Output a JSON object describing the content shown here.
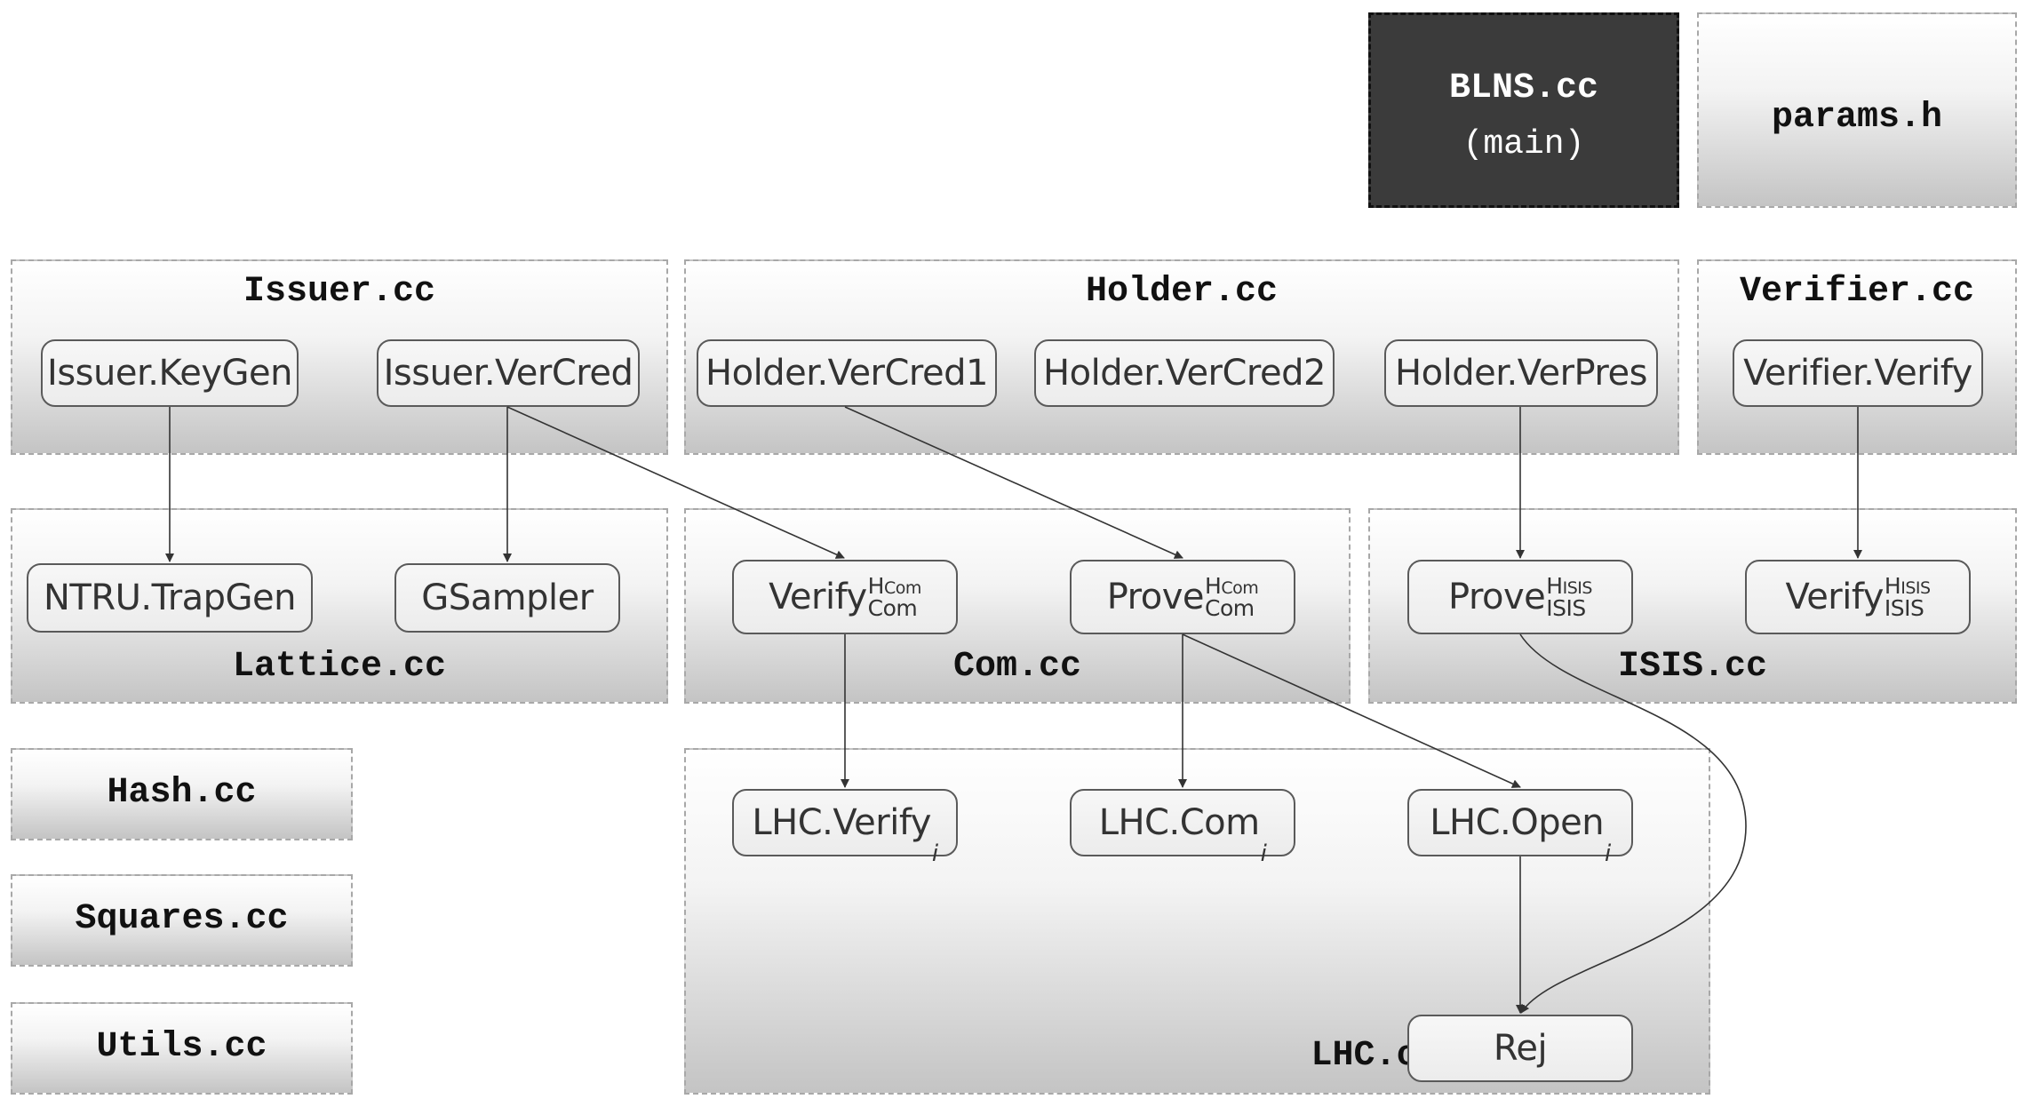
{
  "files": {
    "blns": {
      "name": "BLNS.cc",
      "sub": "(main)"
    },
    "params": {
      "name": "params.h"
    },
    "issuer": {
      "name": "Issuer.cc"
    },
    "holder": {
      "name": "Holder.cc"
    },
    "verifier": {
      "name": "Verifier.cc"
    },
    "lattice": {
      "name": "Lattice.cc"
    },
    "com": {
      "name": "Com.cc"
    },
    "isis": {
      "name": "ISIS.cc"
    },
    "hash": {
      "name": "Hash.cc"
    },
    "squares": {
      "name": "Squares.cc"
    },
    "utils": {
      "name": "Utils.cc"
    },
    "lhc": {
      "name": "LHC.cc"
    }
  },
  "functions": {
    "issuer_keygen": "Issuer.KeyGen",
    "issuer_vercred": "Issuer.VerCred",
    "holder_vercred1": "Holder.VerCred1",
    "holder_vercred2": "Holder.VerCred2",
    "holder_verpres": "Holder.VerPres",
    "verifier_verify": "Verifier.Verify",
    "ntru_trapgen": "NTRU.TrapGen",
    "gsampler": "GSampler",
    "verify_com": {
      "base": "Verify",
      "sup": "H",
      "sup_sub": "Com",
      "sub": "Com"
    },
    "prove_com": {
      "base": "Prove",
      "sup": "H",
      "sup_sub": "Com",
      "sub": "Com"
    },
    "prove_isis": {
      "base": "Prove",
      "sup": "H",
      "sup_sub": "ISIS",
      "sub": "ISIS"
    },
    "verify_isis": {
      "base": "Verify",
      "sup": "H",
      "sup_sub": "ISIS",
      "sub": "ISIS"
    },
    "lhc_verify": {
      "base": "LHC.Verify",
      "sub": "i"
    },
    "lhc_com": {
      "base": "LHC.Com",
      "sub": "i"
    },
    "lhc_open": {
      "base": "LHC.Open",
      "sub": "i"
    },
    "rej": "Rej"
  },
  "colors": {
    "main_fill": "#3b3b3b",
    "edge": "#333333",
    "file_border": "#a8a8a8"
  }
}
